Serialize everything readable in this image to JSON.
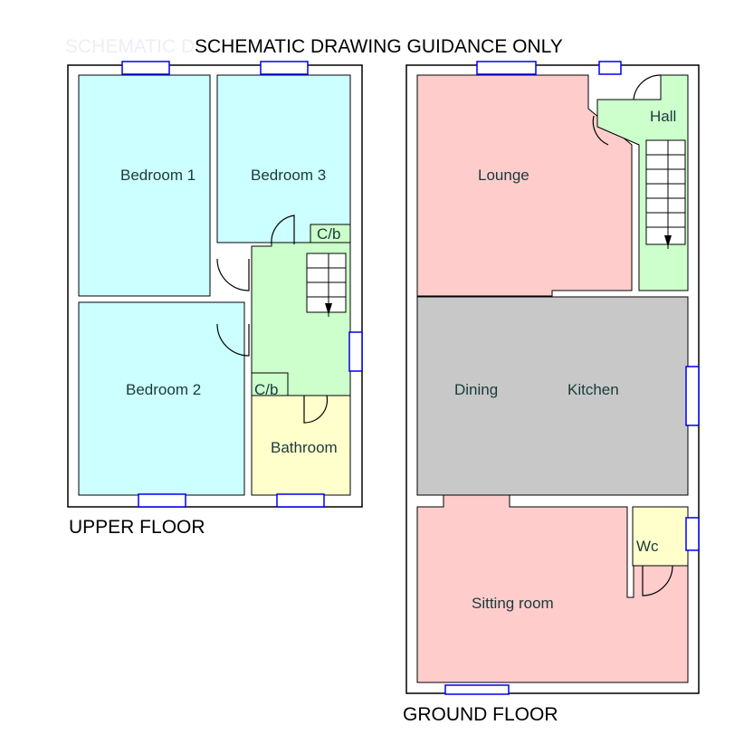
{
  "title": "SCHEMATIC DRAWING GUIDANCE ONLY",
  "ghost_title": "SCHEMATIC D",
  "colors": {
    "bedroom": "#ccffff",
    "landing": "#ccffcc",
    "bathroom": "#ffffcc",
    "reception": "#ffcccc",
    "dining": "#c8c8c8"
  },
  "upper_floor": {
    "label": "UPPER FLOOR",
    "rooms": {
      "bedroom1": "Bedroom 1",
      "bedroom2": "Bedroom 2",
      "bedroom3": "Bedroom 3",
      "bathroom": "Bathroom",
      "cupboard1": "C/b",
      "cupboard2": "C/b"
    }
  },
  "ground_floor": {
    "label": "GROUND FLOOR",
    "rooms": {
      "lounge": "Lounge",
      "hall": "Hall",
      "dining": "Dining",
      "kitchen": "Kitchen",
      "sitting": "Sitting room",
      "wc": "Wc"
    }
  }
}
